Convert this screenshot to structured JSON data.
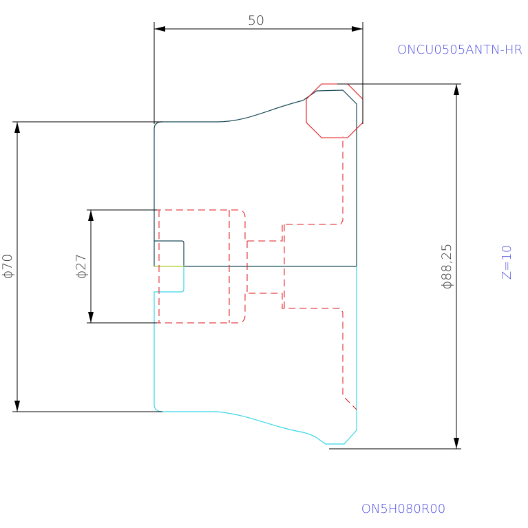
{
  "dimensions": {
    "width_top": "50",
    "dia_70": "ϕ70",
    "dia_27": "ϕ27",
    "dia_88": "ϕ88,25"
  },
  "labels": {
    "insert_code": "ONCU0505ANTN-HR",
    "teeth": "Z=10",
    "cutter_code": "ON5H080R00"
  },
  "colors": {
    "label_blue": "#5050e0",
    "dimension": "#000000",
    "part_outline": "#1a4a5a",
    "part_mirror": "#38d6e8",
    "hidden_lines": "#e0161b",
    "center_axis": "#c8c800"
  }
}
